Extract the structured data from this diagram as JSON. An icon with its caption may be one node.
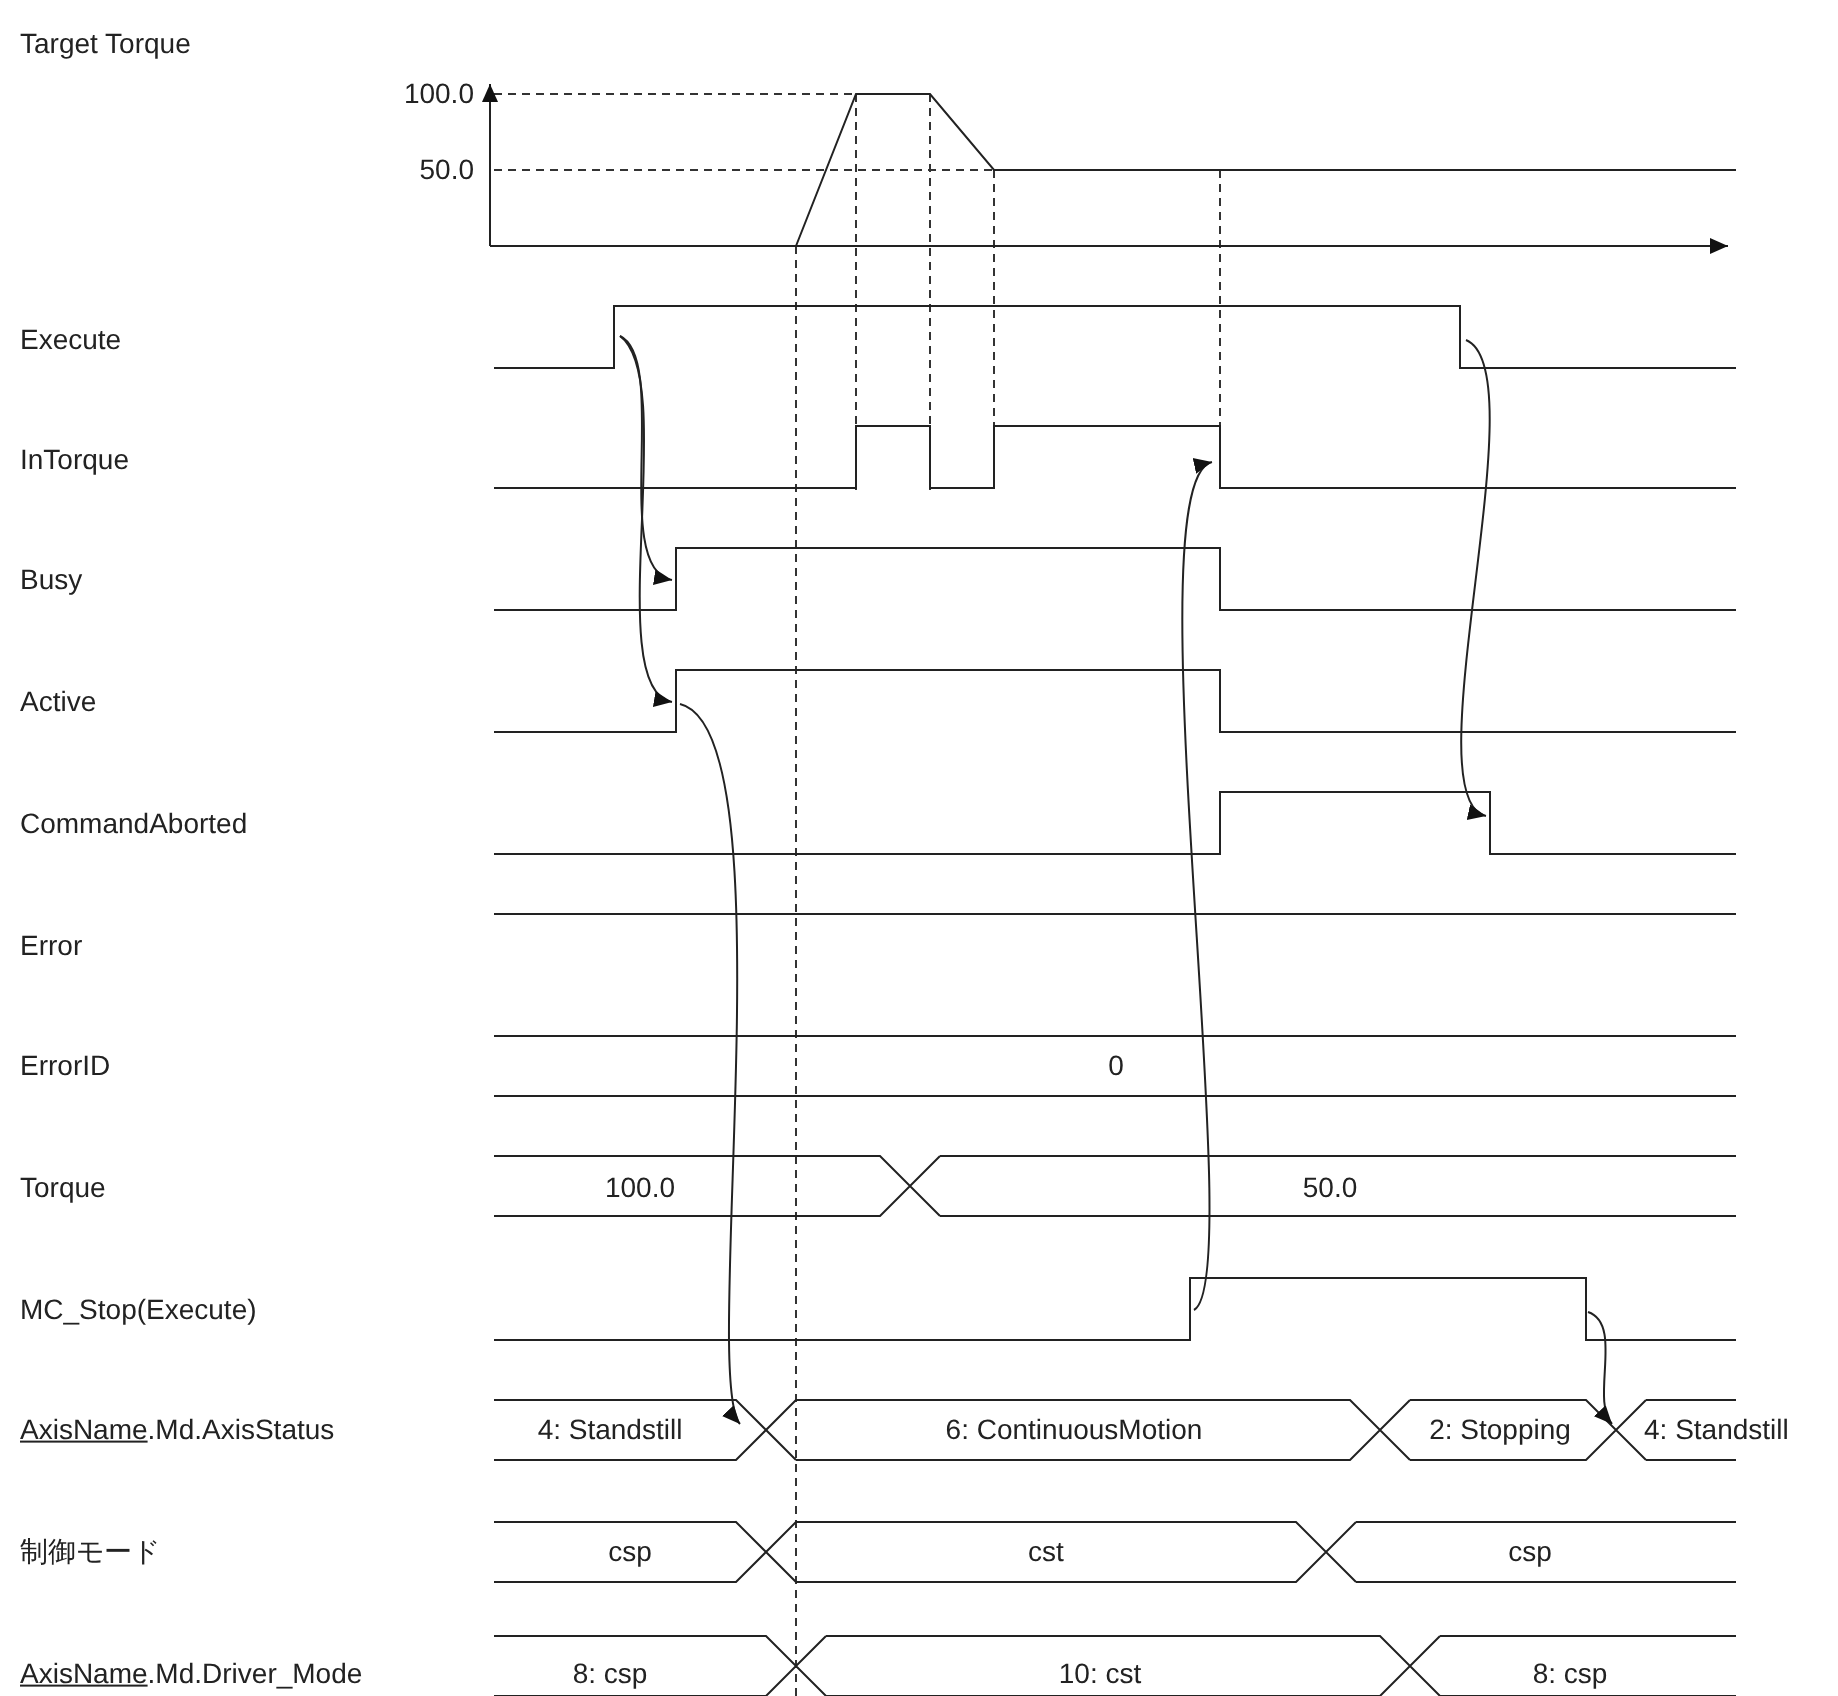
{
  "diagram": {
    "labels": [
      "Target Torque",
      "100.0",
      "50.0",
      "Execute",
      "InTorque",
      "Busy",
      "Active",
      "CommandAborted",
      "Error",
      "ErrorID",
      "0",
      "Torque",
      "100.0",
      "50.0",
      "MC_Stop(Execute)",
      "AxisName.Md.AxisStatus",
      "4: Standstill",
      "6: ContinuousMotion",
      "2: Stopping",
      "4: Standstill",
      "制御モード",
      "csp",
      "cst",
      "csp",
      "AxisName.Md.Driver_Mode",
      "8: csp",
      "10: cst",
      "8: csp"
    ]
  }
}
